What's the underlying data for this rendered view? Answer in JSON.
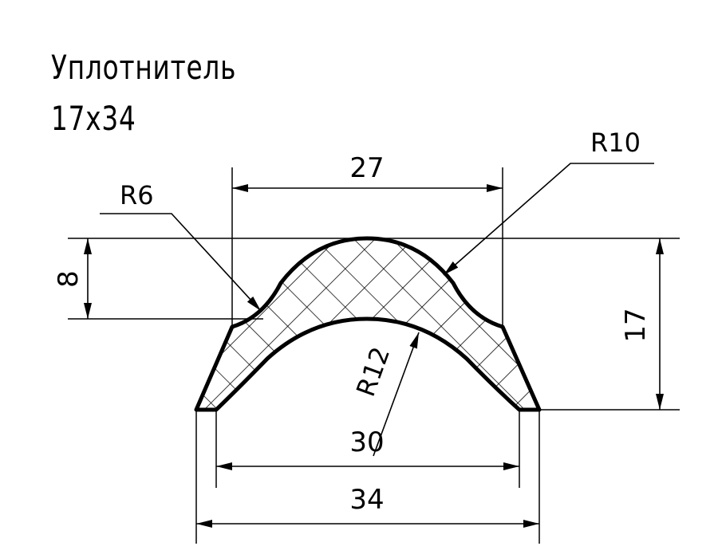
{
  "title": {
    "line1": "Уплотнитель",
    "line2": "17x34"
  },
  "dimensions": {
    "top_width": "27",
    "arch_height": "8",
    "total_height": "17",
    "inner_width": "30",
    "outer_width": "34"
  },
  "radii": {
    "small": "R6",
    "top": "R10",
    "inner": "R12"
  },
  "colors": {
    "line": "#000000",
    "background": "#ffffff"
  }
}
